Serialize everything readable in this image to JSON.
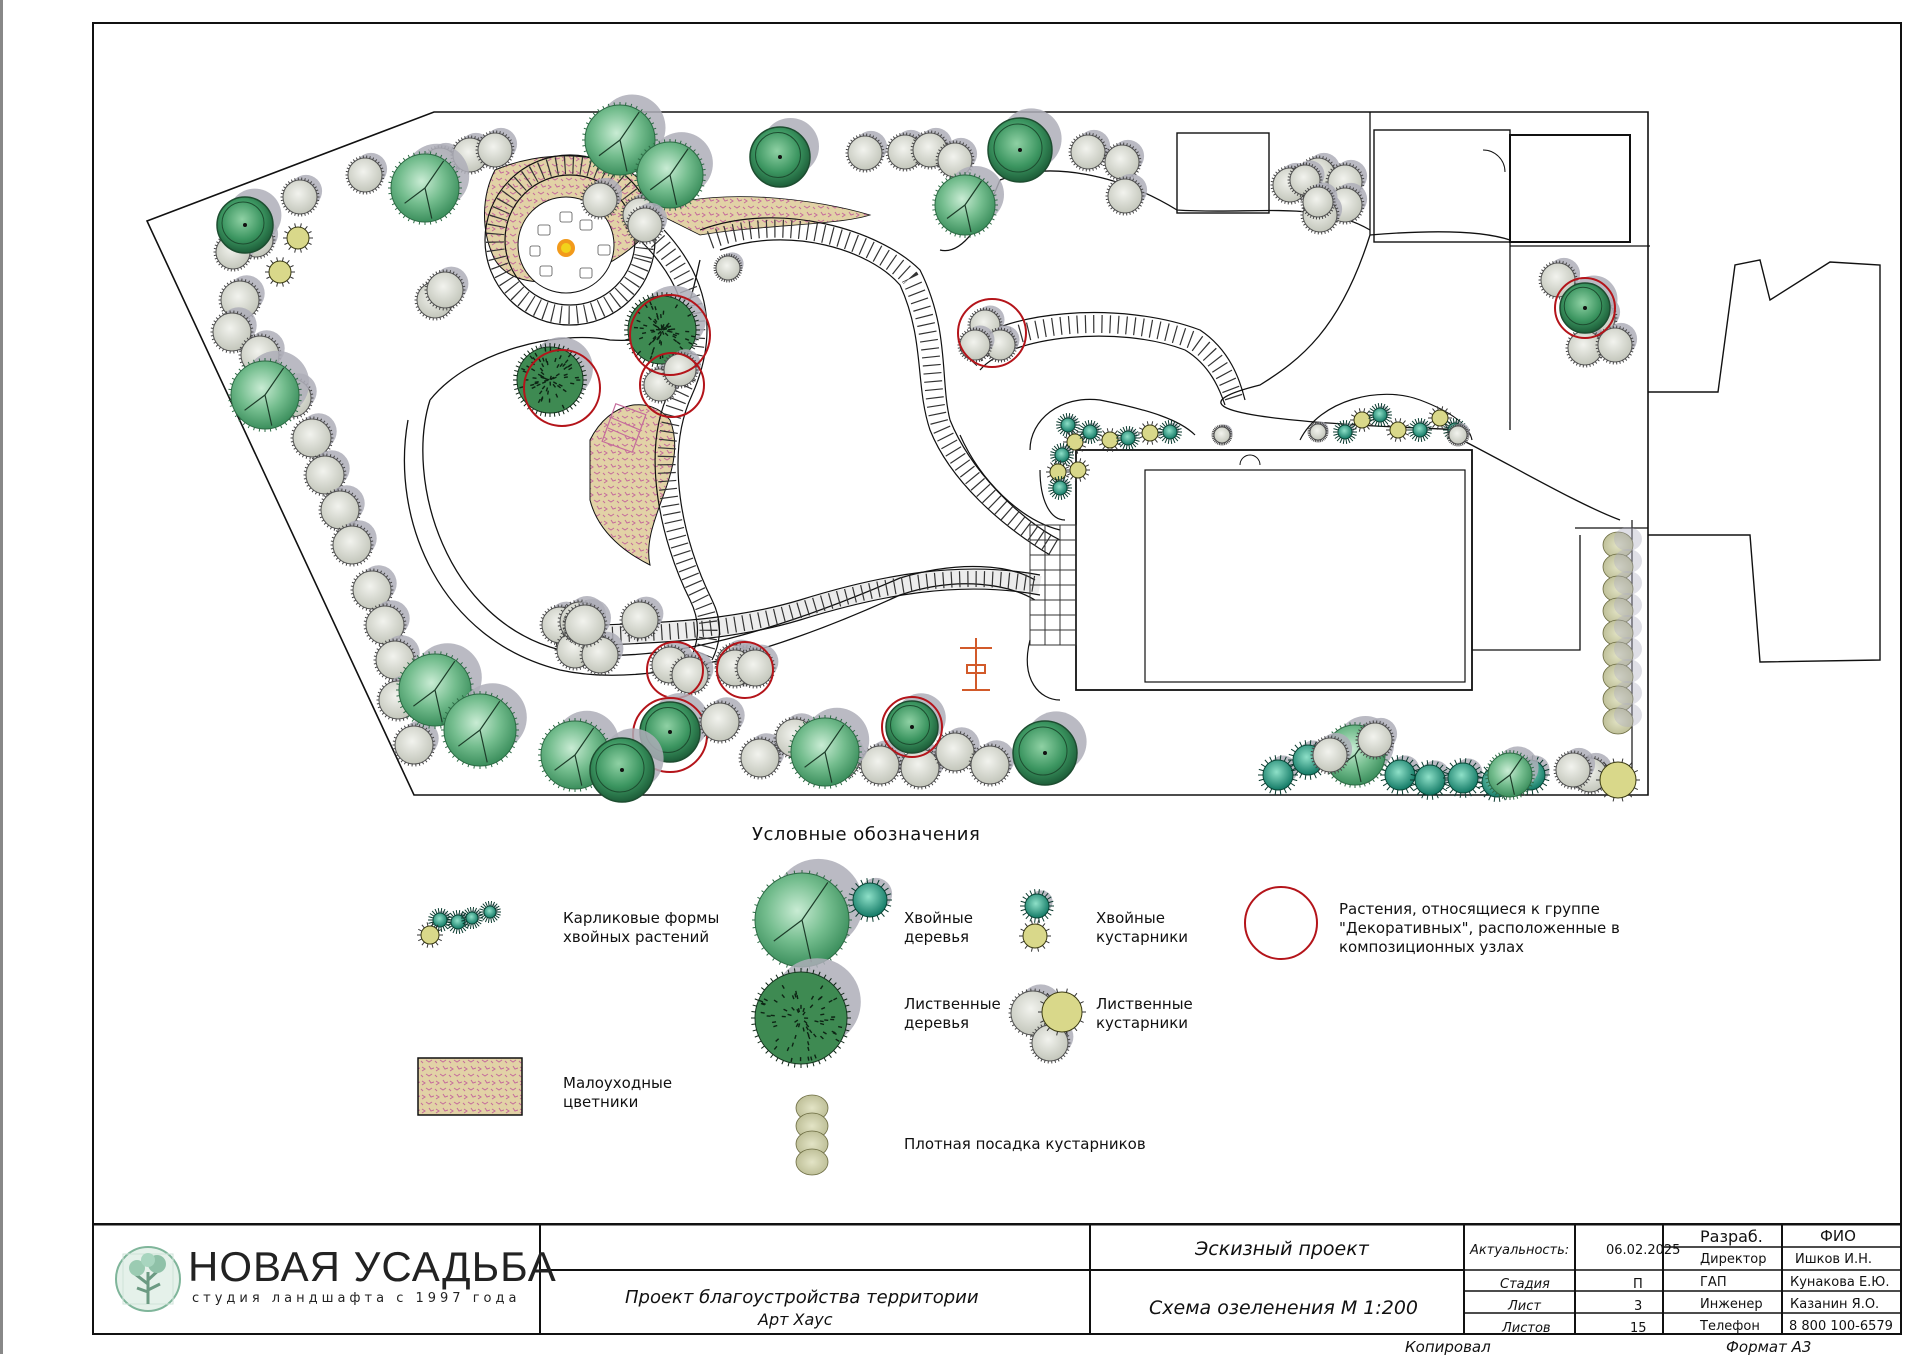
{
  "legend": {
    "title": "Условные обозначения",
    "dwarf_conifers": "Карликовые формы хвойных растений",
    "conifer_trees": "Хвойные деревья",
    "conifer_shrubs": "Хвойные кустарники",
    "decorative": "Растения, относящиеся к группе \"Декоративных\", расположенные в композиционных узлах",
    "deciduous_trees": "Лиственные деревья",
    "deciduous_shrubs": "Лиственные кустарники",
    "flowerbeds": "Малоуходные цветники",
    "dense_planting": "Плотная посадка кустарников"
  },
  "title_block": {
    "logo_name": "НОВАЯ УСАДЬБА",
    "logo_sub": "студия ландшафта с 1997 года",
    "project_title": "Проект благоустройства территории",
    "project_object": "Арт Хаус",
    "stage_name": "Эскизный проект",
    "sheet_name": "Схема озеленения М 1:200",
    "actuality_label": "Актуальность:",
    "actuality_value": "06.02.2025",
    "stage_label": "Стадия",
    "stage_value": "П",
    "sheet_label": "Лист",
    "sheet_value": "3",
    "sheets_label": "Листов",
    "sheets_value": "15",
    "role_header": "Разраб.",
    "name_header": "ФИО",
    "rows": [
      {
        "role": "Директор",
        "name": "Ишков И.Н."
      },
      {
        "role": "ГАП",
        "name": "Кунакова Е.Ю."
      },
      {
        "role": "Инженер",
        "name": "Казанин Я.О."
      },
      {
        "role": "Телефон",
        "name": "8 800 100-6579"
      }
    ],
    "copied": "Копировал",
    "format": "Формат  А3"
  },
  "colors": {
    "conifer": "#6fb98a",
    "conifer_dark": "#2f8a5a",
    "deciduous_shrub": "#d6d8cf",
    "shadow": "#a9a9b4",
    "decorative_ring": "#b4141a",
    "flowerbed": "#e0cfa0",
    "flowerbed_pattern": "#c86a9a",
    "dense_hedge": "#cfcfa8",
    "spruce": "#2a9a80",
    "pine": "#2a6a3a"
  }
}
